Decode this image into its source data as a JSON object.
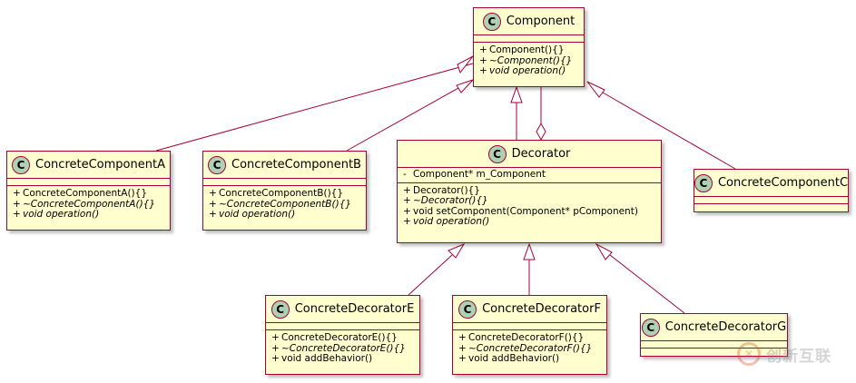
{
  "classes": {
    "component": {
      "name": "Component",
      "badge": "C",
      "attributes": [],
      "operations": [
        {
          "vis": "+",
          "text": "Component(){}",
          "abstract": false
        },
        {
          "vis": "+",
          "text": "~Component(){}",
          "abstract": true
        },
        {
          "vis": "+",
          "text": "void operation()",
          "abstract": true
        }
      ]
    },
    "concrete_component_a": {
      "name": "ConcreteComponentA",
      "badge": "C",
      "operations": [
        {
          "vis": "+",
          "text": "ConcreteComponentA(){}",
          "abstract": false
        },
        {
          "vis": "+",
          "text": "~ConcreteComponentA(){}",
          "abstract": true
        },
        {
          "vis": "+",
          "text": "void operation()",
          "abstract": true
        }
      ]
    },
    "concrete_component_b": {
      "name": "ConcreteComponentB",
      "badge": "C",
      "operations": [
        {
          "vis": "+",
          "text": "ConcreteComponentB(){}",
          "abstract": false
        },
        {
          "vis": "+",
          "text": "~ConcreteComponentB(){}",
          "abstract": true
        },
        {
          "vis": "+",
          "text": "void operation()",
          "abstract": true
        }
      ]
    },
    "decorator": {
      "name": "Decorator",
      "badge": "C",
      "attributes": [
        {
          "vis": "-",
          "text": "Component* m_Component",
          "abstract": false
        }
      ],
      "operations": [
        {
          "vis": "+",
          "text": "Decorator(){}",
          "abstract": false
        },
        {
          "vis": "+",
          "text": "~Decorator(){}",
          "abstract": true
        },
        {
          "vis": "+",
          "text": "void setComponent(Component* pComponent)",
          "abstract": false
        },
        {
          "vis": "+",
          "text": "void operation()",
          "abstract": true
        }
      ]
    },
    "concrete_component_c": {
      "name": "ConcreteComponentC",
      "badge": "C",
      "operations": []
    },
    "concrete_decorator_e": {
      "name": "ConcreteDecoratorE",
      "badge": "C",
      "operations": [
        {
          "vis": "+",
          "text": "ConcreteDecoratorE(){}",
          "abstract": false
        },
        {
          "vis": "+",
          "text": "~ConcreteDecoratorE(){}",
          "abstract": true
        },
        {
          "vis": "+",
          "text": "void addBehavior()",
          "abstract": false
        }
      ]
    },
    "concrete_decorator_f": {
      "name": "ConcreteDecoratorF",
      "badge": "C",
      "operations": [
        {
          "vis": "+",
          "text": "ConcreteDecoratorF(){}",
          "abstract": false
        },
        {
          "vis": "+",
          "text": "~ConcreteDecoratorF(){}",
          "abstract": true
        },
        {
          "vis": "+",
          "text": "void addBehavior()",
          "abstract": false
        }
      ]
    },
    "concrete_decorator_g": {
      "name": "ConcreteDecoratorG",
      "badge": "C",
      "operations": []
    }
  },
  "relations": [
    {
      "from": "concrete_component_a",
      "to": "component",
      "type": "inheritance"
    },
    {
      "from": "concrete_component_b",
      "to": "component",
      "type": "inheritance"
    },
    {
      "from": "decorator",
      "to": "component",
      "type": "inheritance"
    },
    {
      "from": "component",
      "to": "decorator",
      "type": "aggregation"
    },
    {
      "from": "concrete_component_c",
      "to": "component",
      "type": "inheritance"
    },
    {
      "from": "concrete_decorator_e",
      "to": "decorator",
      "type": "inheritance"
    },
    {
      "from": "concrete_decorator_f",
      "to": "decorator",
      "type": "inheritance"
    },
    {
      "from": "concrete_decorator_g",
      "to": "decorator",
      "type": "inheritance"
    }
  ],
  "colors": {
    "class_fill": "#fefece",
    "border": "#a80036",
    "badge_fill": "#add1b2"
  },
  "watermark": {
    "icon": "chuangxin-logo-icon",
    "text": "创新互联"
  }
}
